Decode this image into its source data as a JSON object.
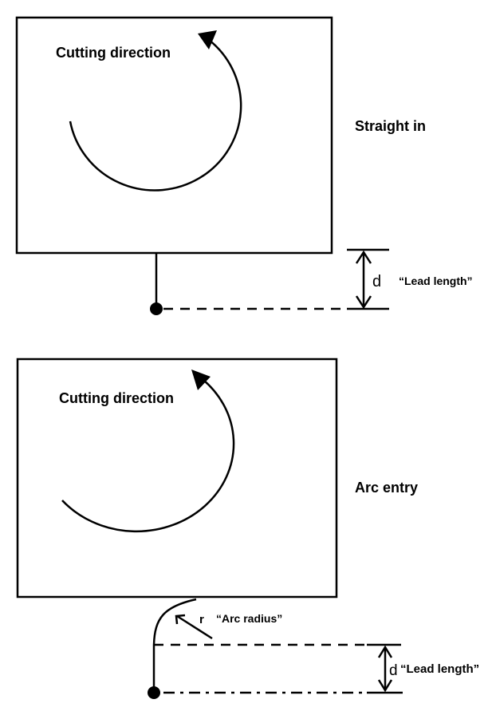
{
  "top": {
    "cutting_direction": "Cutting direction",
    "mode": "Straight in",
    "d_symbol": "d",
    "lead_label": "“Lead length”"
  },
  "bottom": {
    "cutting_direction": "Cutting direction",
    "mode": "Arc entry",
    "r_symbol": "r",
    "arc_label": "“Arc radius”",
    "d_symbol": "d",
    "lead_label": "“Lead length”"
  },
  "colors": {
    "stroke": "#000000",
    "background": "#ffffff"
  }
}
